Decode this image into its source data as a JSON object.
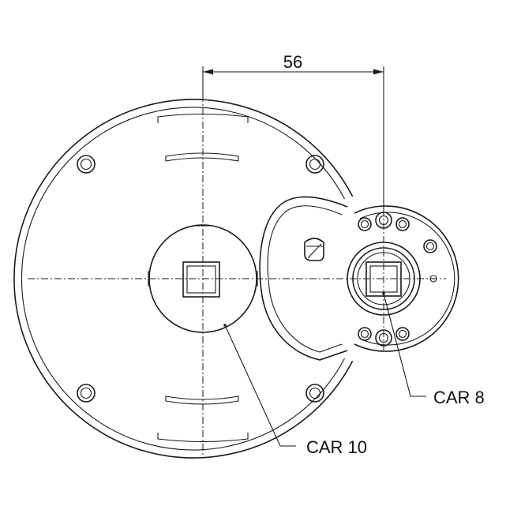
{
  "dimension": {
    "value": "56"
  },
  "callouts": [
    {
      "id": "car10",
      "label": "CAR 10"
    },
    {
      "id": "car8",
      "label": "CAR 8"
    }
  ],
  "colors": {
    "line": "#1a1a1a",
    "background": "#ffffff"
  }
}
